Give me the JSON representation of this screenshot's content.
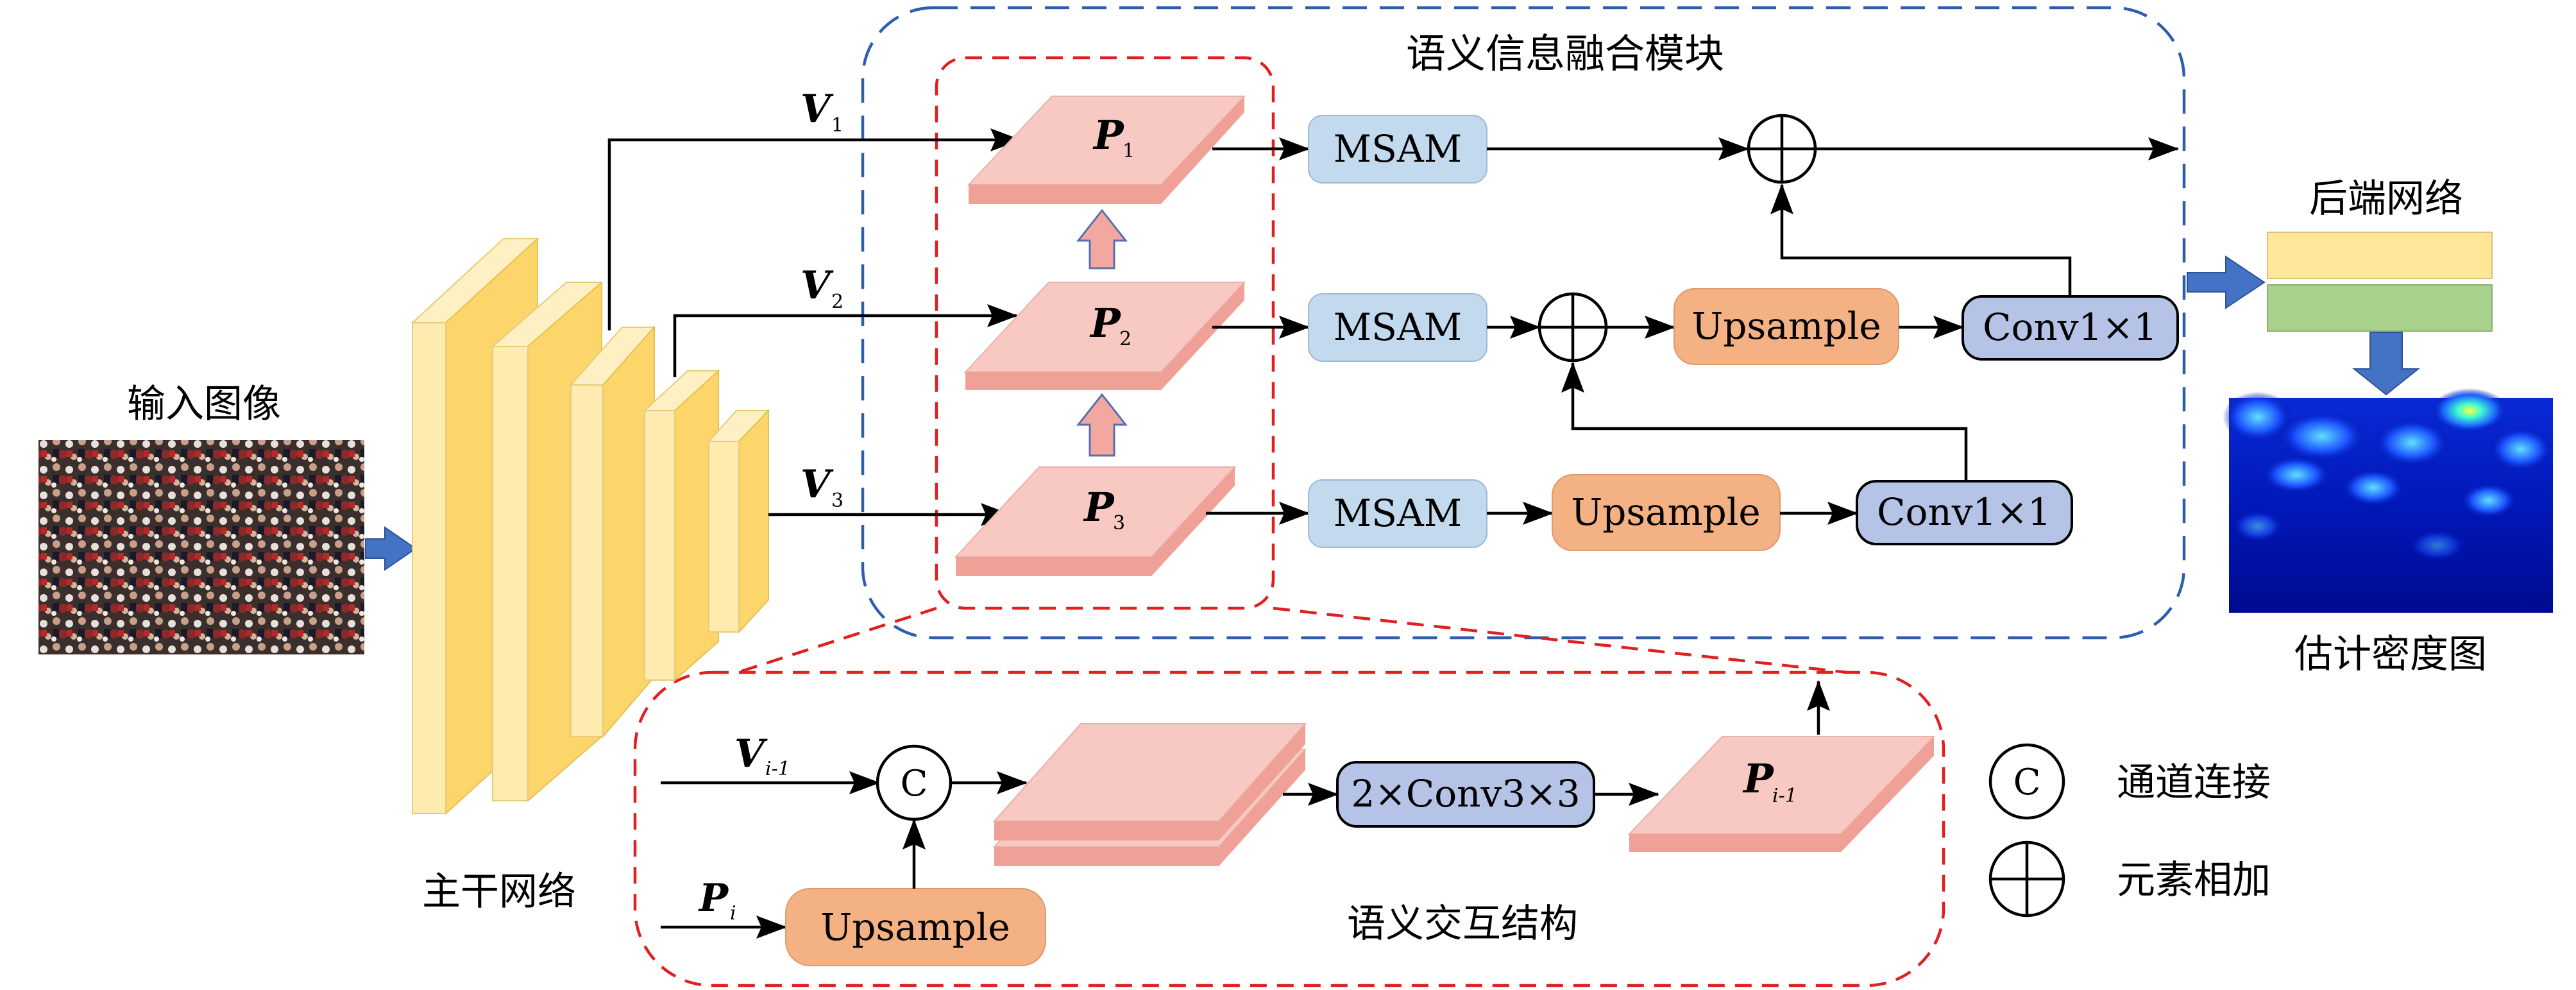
{
  "labels": {
    "input_image": "输入图像",
    "backbone": "主干网络",
    "fusion_module": "语义信息融合模块",
    "backend": "后端网络",
    "density_map": "估计密度图",
    "interaction": "语义交互结构",
    "legend_c": "通道连接",
    "legend_plus": "元素相加"
  },
  "symbols": {
    "V": "V",
    "P": "P",
    "C": "C",
    "sub1": "1",
    "sub2": "2",
    "sub3": "3",
    "sub_i": "i",
    "sub_im1": "i-1"
  },
  "blocks": {
    "msam": "MSAM",
    "upsample": "Upsample",
    "conv1": "Conv1×1",
    "conv3": "2×Conv3×3"
  },
  "colors": {
    "backbone_face": "#FDD66B",
    "backbone_front": "#FDEBB0",
    "feature_top": "#F8C9C3",
    "feature_edge": "#EFA198",
    "msam": "#C3D9EE",
    "upsample": "#F4B183",
    "conv": "#B4C3E6",
    "blue_arrow": "#4472C4",
    "dash_blue": "#2E5DAE",
    "dash_red": "#E02020"
  }
}
